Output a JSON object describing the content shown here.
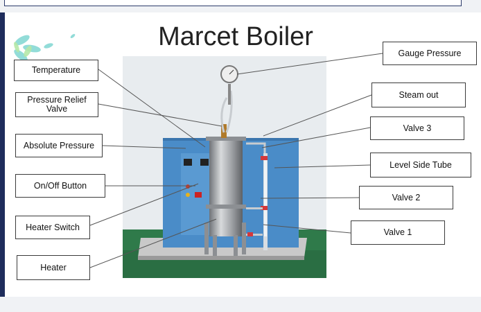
{
  "title": "Marcet Boiler",
  "labels": {
    "temperature": "Temperature",
    "pressure_relief_valve": "Pressure Relief Valve",
    "absolute_pressure": "Absolute Pressure",
    "on_off_button": "On/Off Button",
    "heater_switch": "Heater Switch",
    "heater": "Heater",
    "gauge_pressure": "Gauge Pressure",
    "steam_out": "Steam out",
    "valve_3": "Valve 3",
    "level_side_tube": "Level Side Tube",
    "valve_2": "Valve 2",
    "valve_1": "Valve 1"
  },
  "colors": {
    "accent_bar": "#1f2d5c",
    "panel_blue": "#4a8cc8",
    "leaf_teal": "#5fc8c8"
  }
}
